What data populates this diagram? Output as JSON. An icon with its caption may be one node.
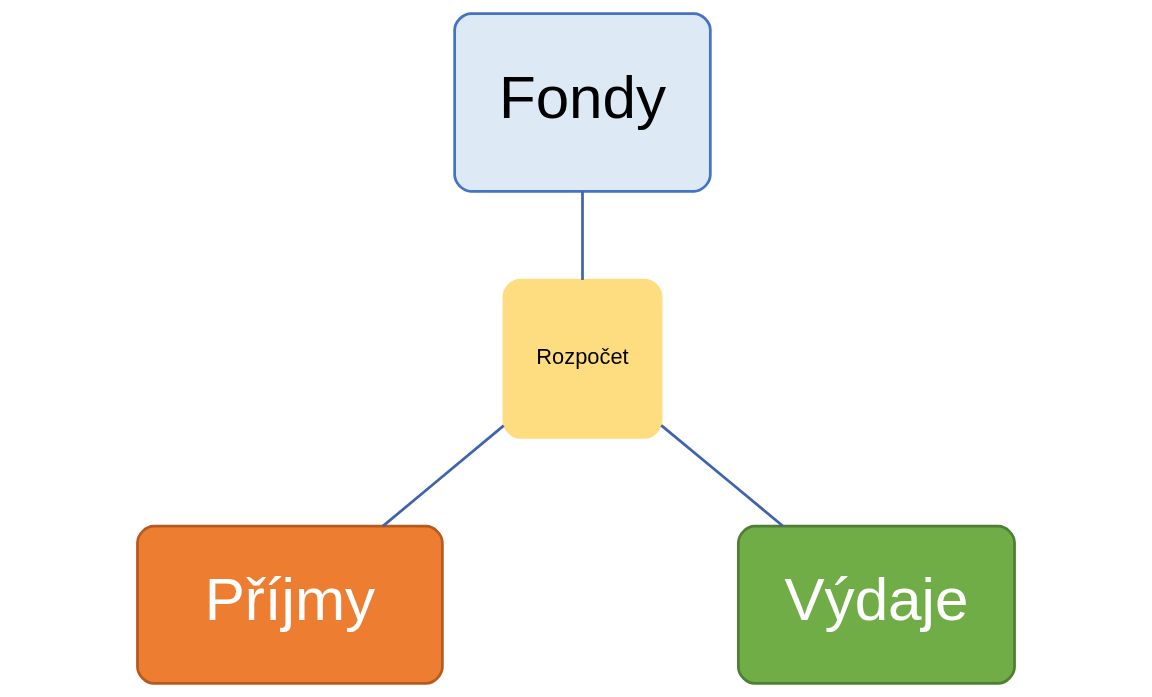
{
  "diagram": {
    "nodes": [
      {
        "text": [
          "Fondy"
        ]
      },
      {
        "text": [
          "Rozpočet"
        ]
      },
      {
        "text": [
          "Příjmy"
        ]
      },
      {
        "text": [
          "Výdaje"
        ]
      }
    ],
    "edges": [
      {
        "from": 0,
        "to": 1,
        "arrow": "none"
      },
      {
        "from": 1,
        "to": 2,
        "arrow": "none"
      },
      {
        "from": 1,
        "to": 3,
        "arrow": "none"
      }
    ]
  }
}
